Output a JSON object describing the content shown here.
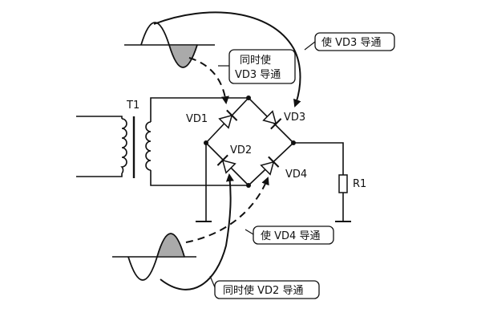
{
  "labels": {
    "transformer": "T1",
    "vd1": "VD1",
    "vd2": "VD2",
    "vd3": "VD3",
    "vd4": "VD4",
    "resistor": "R1"
  },
  "callouts": {
    "vd3_on": "使 VD3 导通",
    "also_vd3_line1": "同时使",
    "also_vd3_line2": "VD3 导通",
    "vd4_on": "使 VD4 导通",
    "also_vd2": "同时使 VD2 导通"
  },
  "colors": {
    "wire": "#111111",
    "half_wave_fill": "#aaaaaa"
  }
}
